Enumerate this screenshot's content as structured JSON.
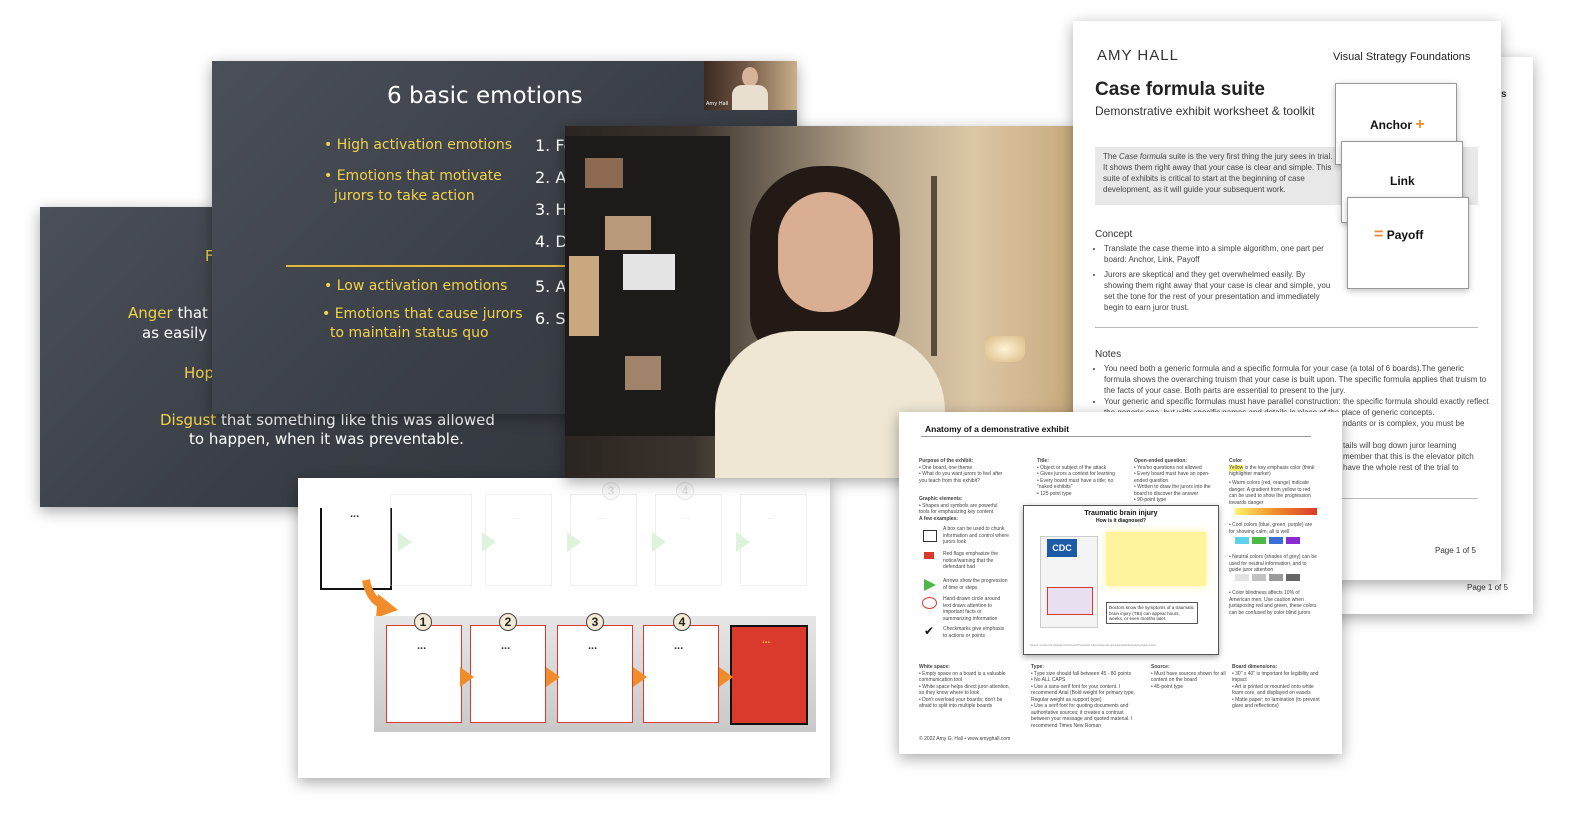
{
  "slide_left": {
    "f": "F",
    "anger_word": "Anger",
    "anger_rest": " that th",
    "anger_line2": "as easily h",
    "hope": "Hop",
    "disgust_word": "Disgust",
    "disgust_rest": " that something like this was allowed",
    "disgust_line2": "to happen, when it was preventable."
  },
  "slide_emotions": {
    "title": "6 basic emotions",
    "bullets": [
      "• High activation emotions",
      "• Emotions that motivate",
      "jurors to take action",
      "• Low activation emotions",
      "• Emotions that cause jurors",
      "to maintain status quo"
    ],
    "list": [
      "1. Fe",
      "2. Ar",
      "3. Ho",
      "4. Di",
      "5. Ac",
      "6. Sc"
    ],
    "thumb_label": "Amy Hall"
  },
  "flow": {
    "dots": "...",
    "top_numbers": [
      "3",
      "4"
    ],
    "numbers": [
      "1",
      "2",
      "3",
      "4"
    ],
    "last_dots": "..."
  },
  "doc_back": {
    "s": "s",
    "page": "Page 1 of 5"
  },
  "doc_front": {
    "author": "AMY HALL",
    "series": "Visual Strategy Foundations",
    "title": "Case formula suite",
    "subtitle": "Demonstrative exhibit worksheet & toolkit",
    "intro_a": "The ",
    "intro_em": "Case formula",
    "intro_b": " suite is the very first thing the jury sees in trial. It shows them right away that your case is clear and simple. This suite of exhibits is critical to start at the beginning of case development, as it will guide your subsequent work.",
    "concept_heading": "Concept",
    "concept_items": [
      "Translate the case theme into a simple algorithm, one part per board: Anchor, Link, Payoff",
      "Jurors are skeptical and they get overwhelmed easily. By showing them right away that your case is clear and simple, you set the tone for the rest of your presentation and immediately begin to earn juror trust."
    ],
    "notes_heading": "Notes",
    "notes_items": [
      "You need both a generic formula and a specific formula for your case (a total of 6 boards).The generic formula shows the overarching truism that your case is built upon. The specific formula applies that truism to the facts of your case. Both parts are essential to present to the jury.",
      "Your generic and specific formulas must  have parallel construction: the specific formula should exactly reflect the generic one, but with specific names and details in place of the place of generic concepts."
    ],
    "notes_tail": [
      "ndants or is complex, you must be",
      "",
      "tails will bog down juror learning",
      "member that this is the elevator pitch",
      "have the whole rest of the trial to"
    ],
    "cards": {
      "anchor": "Anchor",
      "anchor_sym": "+",
      "link": "Link",
      "payoff_sym": "=",
      "payoff": "Payoff"
    },
    "page": "Page 1 of 5"
  },
  "anatomy": {
    "title": "Anatomy of a demonstrative exhibit",
    "purpose_h": "Purpose of the exhibit:",
    "purpose": "• One board, one theme\n• What do you want jurors to feel after you teach from this exhibit?",
    "graphic_h": "Graphic elements:",
    "graphic": "• Shapes and symbols are powerful tools for emphasizing key content",
    "examples_h": "A few examples:",
    "ex_box": "A box can be used to chunk information and control where jurors look",
    "ex_flag": "Red flags emphasize the notice/warning that the defendant had",
    "ex_arrow": "Arrows show the progression of time or steps",
    "ex_circle": "Hand-drawn circle around text draws attention to important facts or summarizing information",
    "ex_check": "Checkmarks give emphasis to actions or points",
    "white_h": "White space:",
    "white": "• Empty space on a board is a valuable communication tool\n• White space helps direct juror attention, so they know where to look\n• Don't overload your boards; don't be afraid to split into multiple boards",
    "title_h": "Title:",
    "title_txt": "• Object or subject of the attack\n• Gives jurors a context for learning\n• Every board must have a title; no \"naked exhibits\"\n• 125 point type",
    "open_h": "Open-ended question:",
    "open_txt": "• Yes/no questions not allowed\n• Every board must have an open-ended question\n• Written to draw the jurors into the board to discover the answer\n• 90-point type",
    "color_h": "Color",
    "color_yellow": "Yellow",
    "color_txt": " is the key emphasis color (think highlighter marker)",
    "warm": "• Warm colors (red, orange) indicate danger. A gradient from yellow to red can be used to show the progression towards danger",
    "cool": "• Cool colors (blue, green, purple) are for showing calm, all is well",
    "neutral": "• Neutral colors (shades of grey) can be used for neutral information, and to guide juror attention",
    "blind": "• Color blindness affects 10% of American men. Use caution when juxtaposing red and green, these colors can be confused by color blind jurors",
    "exhibit_title": "Traumatic brain injury",
    "exhibit_q": "How is it diagnosed?",
    "cdc": "CDC",
    "doctors": "Doctors know the symptoms of a traumatic brain injury (TBI) can appear hours, weeks, or even months later.",
    "source_line": "Source: Centers for Disease Control and Prevention, https://www.cdc.gov/traumaticbraininjury/symptoms.html",
    "type_h": "Type:",
    "type_txt": "• Type size should fall between 45 - 80 points\n• No ALL CAPS\n• Use a sans-serif font for your content. I recommend Arial (Bold weight for primary type, Regular weight as support type)\n• Use a serif font for quoting documents and authoritative sources; it creates a contrast between your message and quoted material. I recommend Times New Roman",
    "source_h": "Source:",
    "source_txt": "• Must have sources shown for all content on the board\n• 45-point type",
    "dims_h": "Board dimensions:",
    "dims_txt": "• 30\" x 40\" is important for legibility and impact\n• Art is printed or mounted onto white foam core, and displayed on easels\n• Matte paper; no lamination (to prevent glare and reflections)",
    "footer": "© 2022 Amy G. Hall • www.amyghall.com"
  },
  "colors": {
    "chalk_yellow": "#f2d24a",
    "orange": "#f08c2a",
    "red": "#d93a2b",
    "doc_gray": "#e8e8e8"
  }
}
